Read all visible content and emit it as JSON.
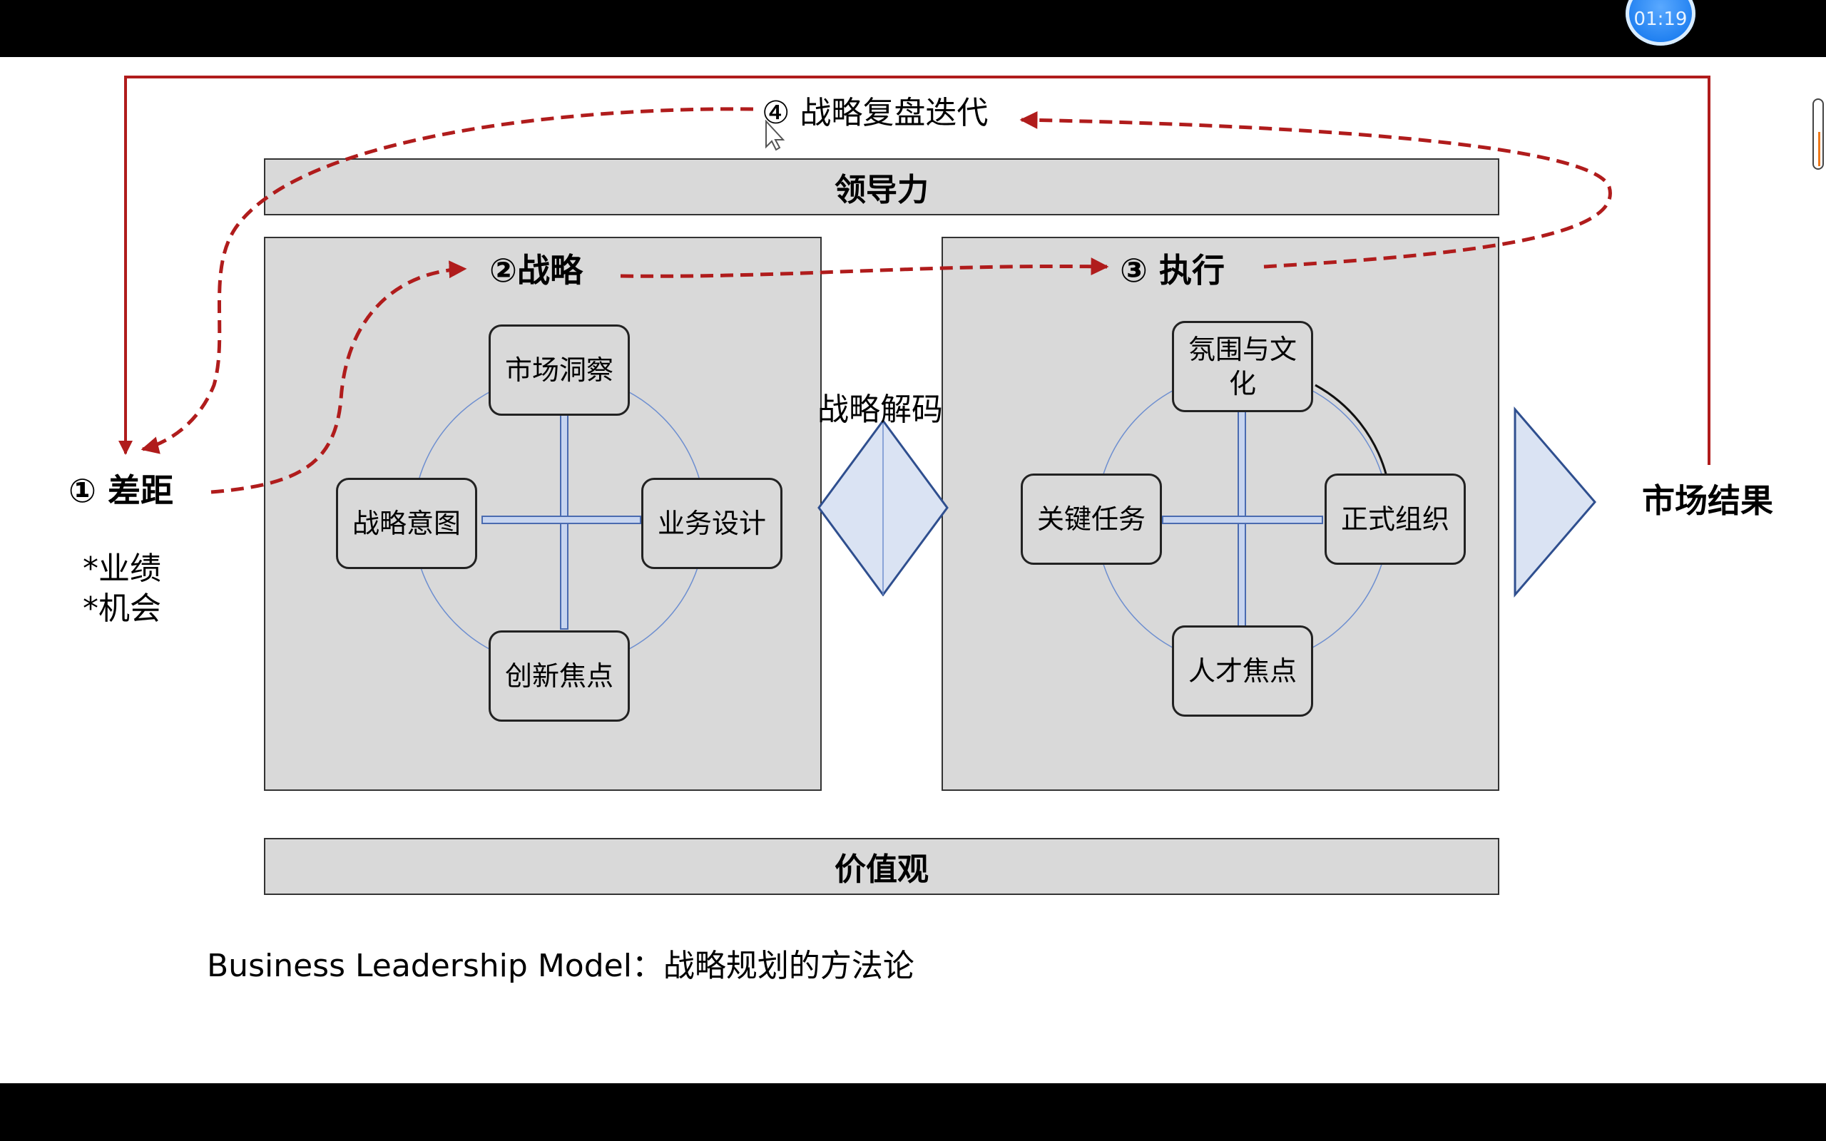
{
  "timer": {
    "time": "01:19"
  },
  "diagram": {
    "step4_label": "④  战略复盘迭代",
    "leadership": "领导力",
    "values": "价值观",
    "strategy_title": "②战略",
    "execution_title": "③  执行",
    "decode_label": "战略解码",
    "gap_label": "① 差距",
    "gap_items": [
      "*业绩",
      "*机会"
    ],
    "market_result": "市场结果",
    "strategy_nodes": {
      "top": "市场洞察",
      "left": "战略意图",
      "right": "业务设计",
      "bottom": "创新焦点"
    },
    "execution_nodes": {
      "top": "氛围与文化",
      "left": "关键任务",
      "right": "正式组织",
      "bottom": "人才焦点"
    },
    "caption": "Business Leadership Model：战略规划的方法论"
  },
  "colors": {
    "accent_red": "#b01c1c",
    "panel_gray": "#d9d9d9",
    "cross_blue": "#9bb3e0",
    "shape_fill": "#dae3f3"
  }
}
